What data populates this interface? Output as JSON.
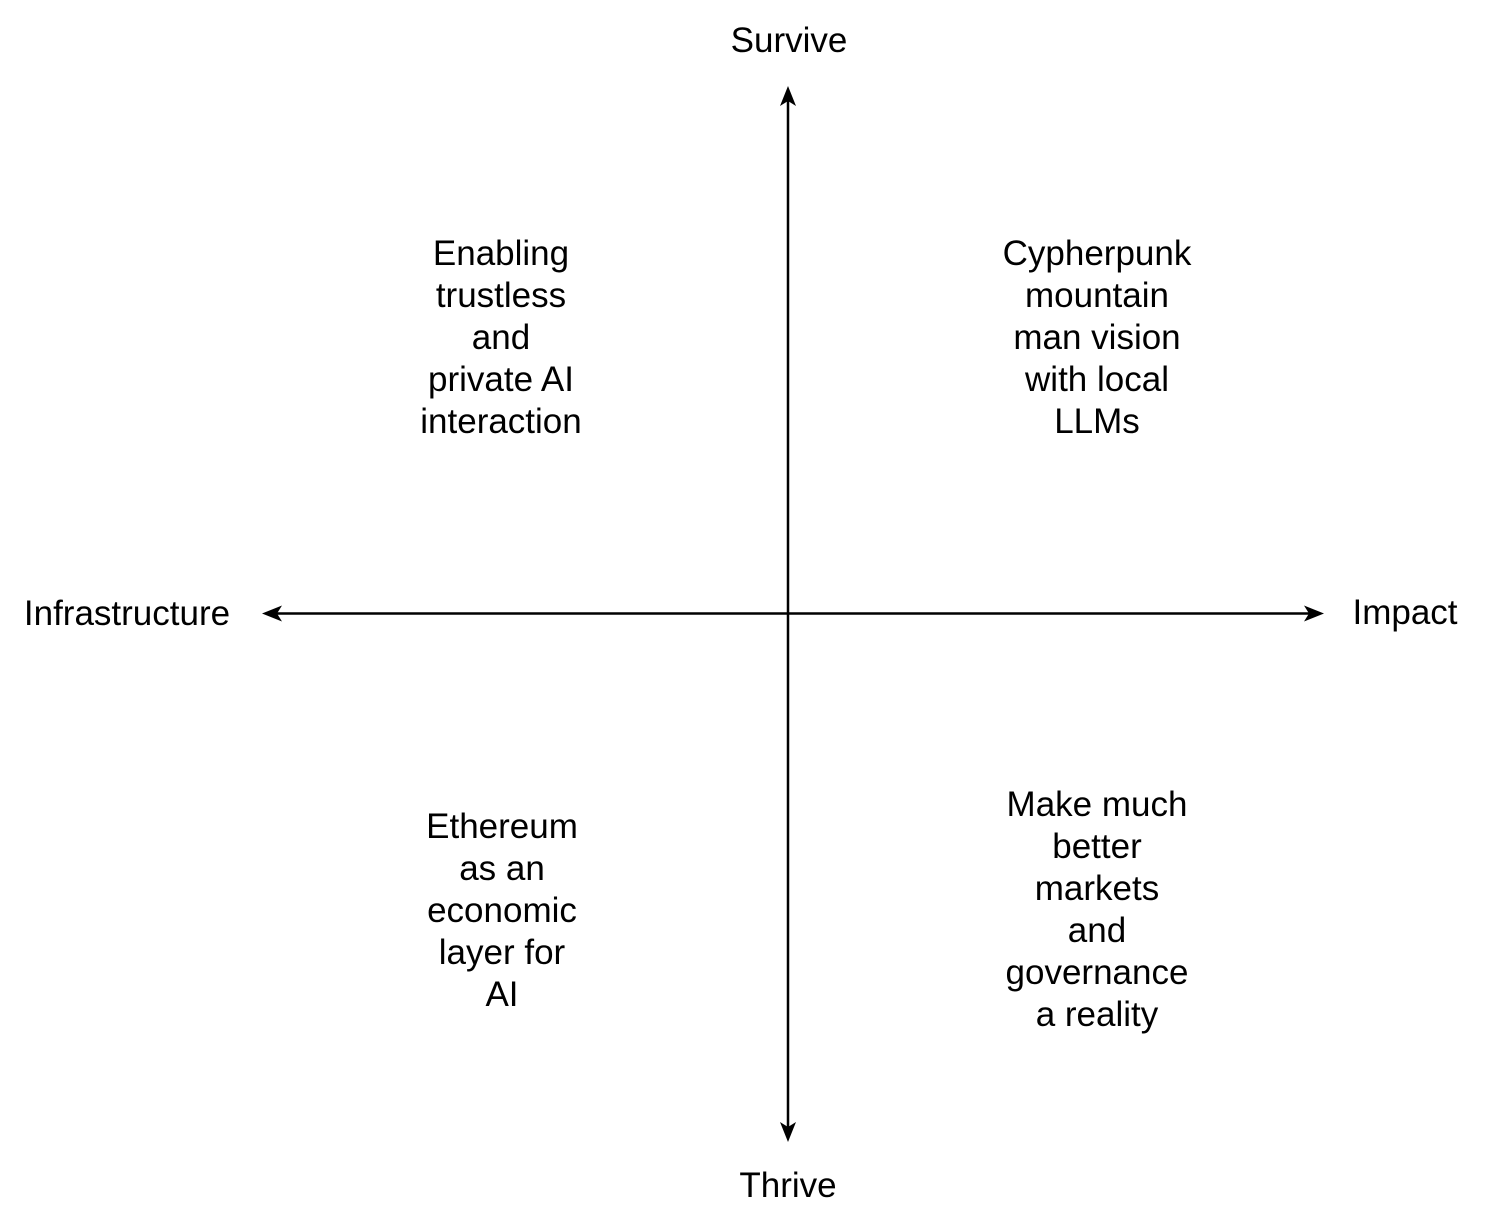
{
  "diagram": {
    "type": "quadrant-chart",
    "axes": {
      "vertical": {
        "top_label": "Survive",
        "bottom_label": "Thrive"
      },
      "horizontal": {
        "left_label": "Infrastructure",
        "right_label": "Impact"
      }
    },
    "quadrants": {
      "top_left": "Enabling\ntrustless\nand\nprivate AI\ninteraction",
      "top_right": "Cypherpunk\nmountain\nman vision\nwith local\nLLMs",
      "bottom_left": "Ethereum\nas an\neconomic\nlayer for\nAI",
      "bottom_right": "Make much\nbetter\nmarkets\nand\ngovernance\na reality"
    },
    "colors": {
      "line": "#000000",
      "text": "#000000",
      "background": "#ffffff"
    }
  }
}
